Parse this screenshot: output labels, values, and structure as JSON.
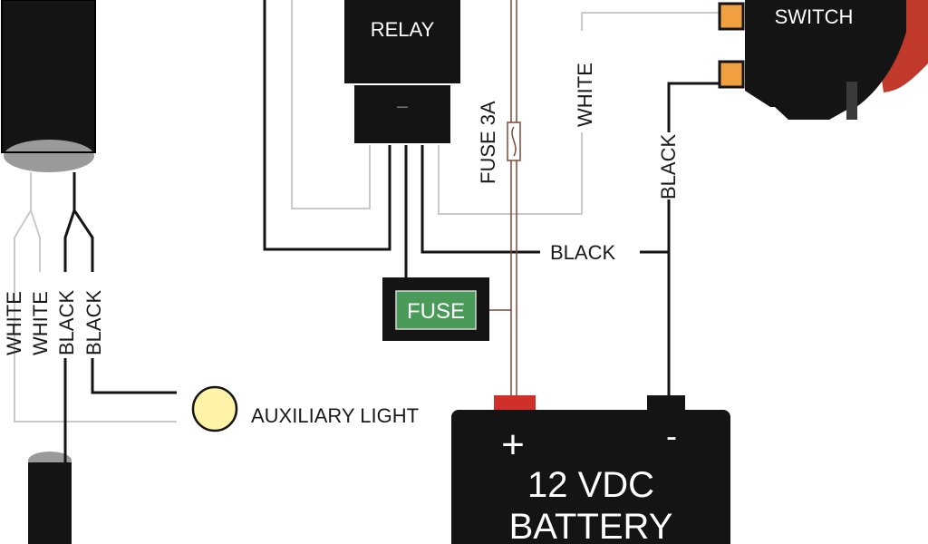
{
  "labels": {
    "relay": "RELAY",
    "relay_minus": "–",
    "switch": "SWITCH",
    "white_switch": "WHITE",
    "fuse_3a": "FUSE 3A",
    "black_switch": "BLACK",
    "black_main": "BLACK",
    "fuse_box": "FUSE",
    "left_white_1": "WHITE",
    "left_white_2": "WHITE",
    "left_black_1": "BLACK",
    "left_black_2": "BLACK",
    "aux_light": "AUXILIARY LIGHT",
    "battery_plus": "+",
    "battery_minus": "-",
    "battery_line1": "12 VDC",
    "battery_line2": "BATTERY"
  },
  "colors": {
    "wire_black": "#141414",
    "wire_white": "#c9c9c9",
    "fuse_green": "#4a9a5a",
    "switch_red": "#c0392b",
    "terminal_orange": "#f0a040",
    "light_yellow": "#fff3a8",
    "battery_plus_red": "#d0302a"
  }
}
